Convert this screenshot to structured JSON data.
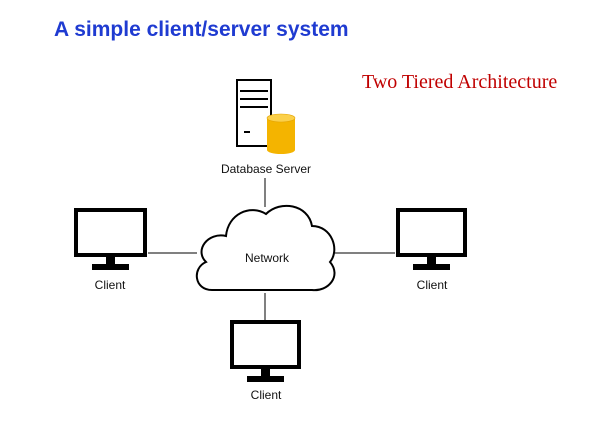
{
  "title": "A simple client/server system",
  "subtitle": "Two Tiered Architecture",
  "nodes": {
    "database_server": {
      "label": "Database Server"
    },
    "network": {
      "label": "Network"
    },
    "client_left": {
      "label": "Client"
    },
    "client_right": {
      "label": "Client"
    },
    "client_bottom": {
      "label": "Client"
    }
  },
  "colors": {
    "title": "#1f3bd1",
    "subtitle": "#c00000",
    "database_cylinder": "#f4b400",
    "line": "#000000"
  }
}
